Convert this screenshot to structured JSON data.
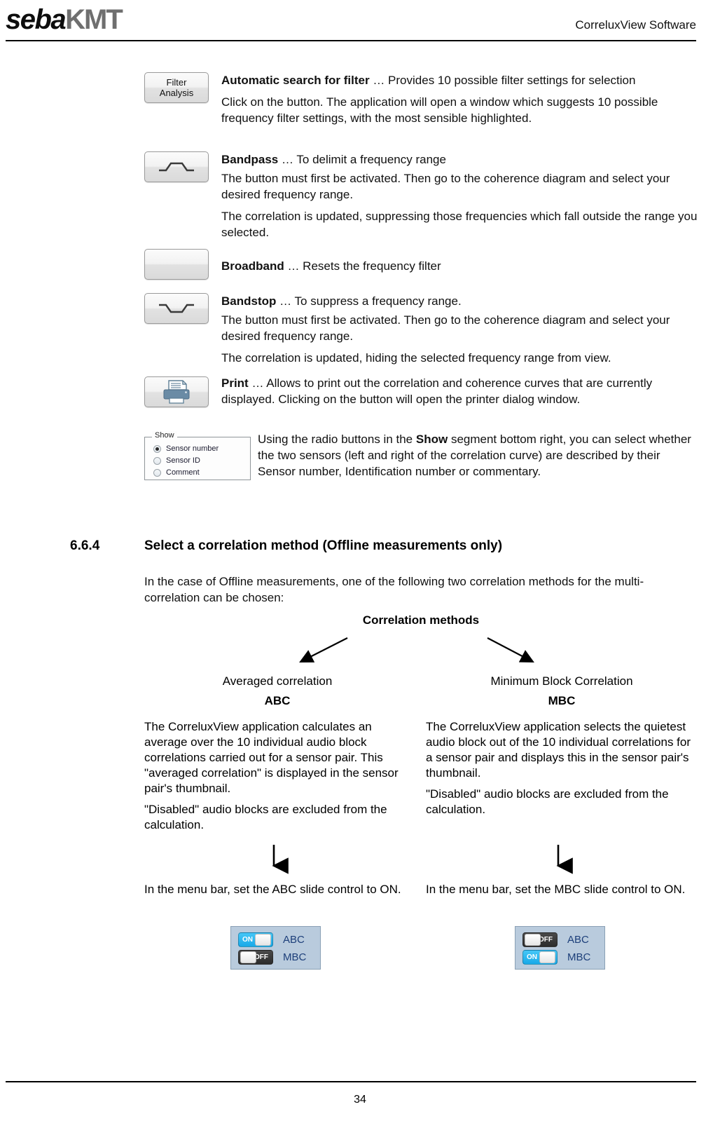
{
  "header": {
    "logo_primary": "seba",
    "logo_secondary": "KMT",
    "title": "CorreluxView Software"
  },
  "tool_entries": [
    {
      "icon": "filter-analysis-button",
      "button_label_line1": "Filter",
      "button_label_line2": "Analysis",
      "term": "Automatic search for filter",
      "term_rest": " … Provides 10 possible filter settings for selection",
      "paragraphs": [
        "Click on the button. The application will open a window which suggests 10 possible frequency filter settings, with the most sensible highlighted."
      ]
    },
    {
      "icon": "bandpass-icon",
      "term": "Bandpass",
      "term_rest": " … To delimit a frequency range",
      "paragraphs": [
        "The button must first be activated. Then go to the coherence diagram and select your desired frequency range.",
        "The correlation is updated, suppressing those frequencies which fall outside the range you selected."
      ]
    },
    {
      "icon": "broadband-icon",
      "term": "Broadband",
      "term_rest": " … Resets the frequency filter",
      "paragraphs": []
    },
    {
      "icon": "bandstop-icon",
      "term": "Bandstop",
      "term_rest": " … To suppress a frequency range.",
      "paragraphs": [
        "The button must first be activated. Then go to the coherence diagram and select your desired frequency range.",
        "The correlation is updated, hiding the selected frequency range from view."
      ]
    },
    {
      "icon": "print-icon",
      "term": "Print",
      "term_rest": " … Allows to print out the correlation and coherence curves that are currently displayed. Clicking on the button will open the printer dialog window.",
      "paragraphs": []
    }
  ],
  "show_panel": {
    "legend": "Show",
    "options": [
      {
        "label": "Sensor number",
        "selected": true
      },
      {
        "label": "Sensor ID",
        "selected": false
      },
      {
        "label": "Comment",
        "selected": false
      }
    ],
    "description_before": "Using the radio buttons in the ",
    "description_bold": "Show",
    "description_after": " segment bottom right, you can select whether the two sensors (left and right of the correlation curve) are described by their Sensor number, Identification number or commentary."
  },
  "section": {
    "number": "6.6.4",
    "title": "Select a correlation method (Offline measurements only)",
    "intro": "In the case of Offline measurements, one of the following two correlation methods for the multi-correlation can be chosen:"
  },
  "diagram": {
    "title": "Correlation methods",
    "left": {
      "label": "Averaged correlation",
      "code": "ABC",
      "paragraphs": [
        "The CorreluxView application calculates an average over the 10 individual audio block correlations carried out for a sensor pair. This \"averaged correlation\" is displayed in the sensor pair's thumbnail.",
        "\"Disabled\" audio blocks are excluded from the calculation."
      ],
      "instruction": "In the menu bar, set the ABC slide control to ON.",
      "toggles": [
        {
          "name": "ABC",
          "state": "ON"
        },
        {
          "name": "MBC",
          "state": "OFF"
        }
      ]
    },
    "right": {
      "label": "Minimum Block Correlation",
      "code": "MBC",
      "paragraphs": [
        "The CorreluxView application selects the quietest audio block out of the 10 individual correlations for a sensor pair and displays this in the sensor pair's thumbnail.",
        "\"Disabled\" audio blocks are excluded from the calculation."
      ],
      "instruction": "In the menu bar, set the MBC slide control to ON.",
      "toggles": [
        {
          "name": "ABC",
          "state": "OFF"
        },
        {
          "name": "MBC",
          "state": "ON"
        }
      ]
    }
  },
  "footer": {
    "page_number": "34"
  }
}
